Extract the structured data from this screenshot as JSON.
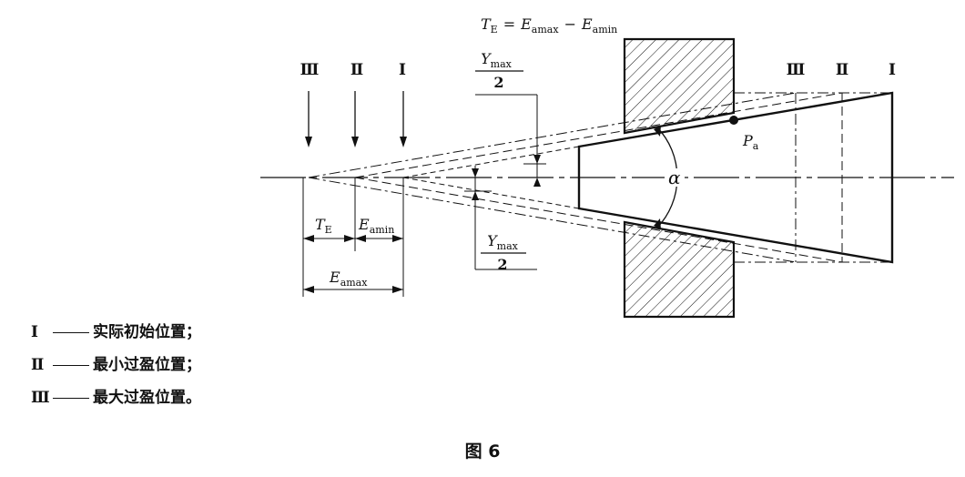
{
  "formula": {
    "lhs": "T",
    "lhs_sub": "E",
    "eq": "=",
    "term1": "E",
    "term1_sub": "amax",
    "minus": "−",
    "term2": "E",
    "term2_sub": "amin"
  },
  "positions": {
    "left": [
      "Ⅲ",
      "Ⅱ",
      "Ⅰ"
    ],
    "right": [
      "Ⅲ",
      "Ⅱ",
      "Ⅰ"
    ]
  },
  "ymax_top": {
    "var": "Y",
    "sub": "max",
    "den": "2"
  },
  "ymax_bottom": {
    "var": "Y",
    "sub": "max",
    "den": "2"
  },
  "point_label": {
    "var": "P",
    "sub": "a"
  },
  "angle_label": "α",
  "dims": {
    "te": {
      "var": "T",
      "sub": "E"
    },
    "eamin": {
      "var": "E",
      "sub": "amin"
    },
    "eamax": {
      "var": "E",
      "sub": "amax"
    }
  },
  "legend": [
    {
      "num": "Ⅰ",
      "text": "实际初始位置；"
    },
    {
      "num": "Ⅱ",
      "text": "最小过盈位置；"
    },
    {
      "num": "Ⅲ",
      "text": "最大过盈位置。"
    }
  ],
  "caption": "图 6"
}
